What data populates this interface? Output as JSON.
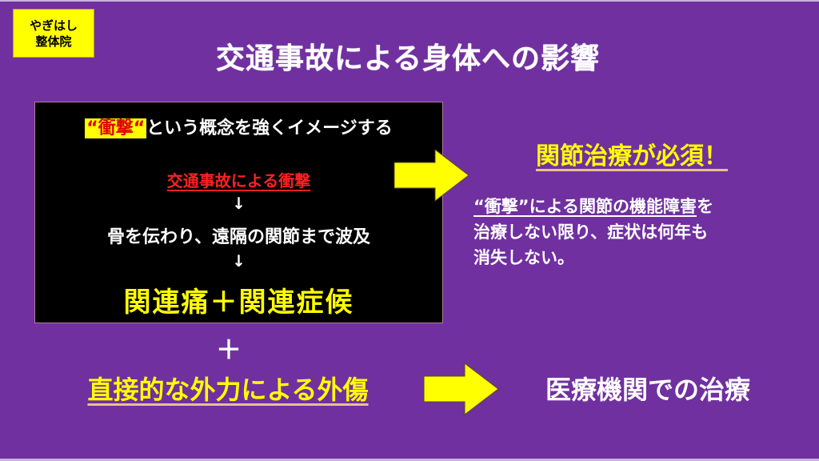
{
  "logo": {
    "line1": "やぎはし",
    "line2": "整体院"
  },
  "title": "交通事故による身体への影響",
  "box": {
    "line1_highlight": "“衝撃“",
    "line1_rest": "という概念を強くイメージする",
    "line2": "交通事故による衝撃",
    "arrow1": "↓",
    "line3": "骨を伝わり、遠隔の関節まで波及",
    "arrow2": "↓",
    "line4": "関連痛＋関連症候"
  },
  "right": {
    "heading": "関節治療が必須！",
    "body_underlined": "“衝撃”による関節の機能障害",
    "body_after_underline": "を",
    "body_line2": "治療しない限り、症状は何年も",
    "body_line3": "消失しない。"
  },
  "plus": "＋",
  "bottom": {
    "left": "直接的な外力による外傷",
    "right": "医療機関での治療"
  },
  "colors": {
    "background": "#7030A0",
    "accent_yellow": "#FFFF00",
    "accent_red": "#FF2020",
    "box_background": "#000000"
  }
}
